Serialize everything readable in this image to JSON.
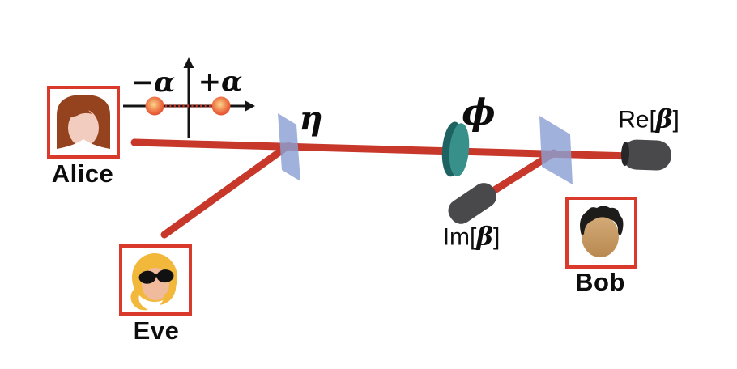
{
  "people": {
    "alice": {
      "name": "Alice"
    },
    "eve": {
      "name": "Eve"
    },
    "bob": {
      "name": "Bob"
    }
  },
  "inset": {
    "minus_alpha": {
      "sign": "−",
      "symbol": "α"
    },
    "plus_alpha": {
      "sign": "+",
      "symbol": "α"
    }
  },
  "optics": {
    "beamsplitter_label": "η",
    "phase_label": "ϕ",
    "detector_re": {
      "prefix": "Re[",
      "symbol": "β",
      "suffix": "]"
    },
    "detector_im": {
      "prefix": "Im[",
      "symbol": "β",
      "suffix": "]"
    }
  },
  "colors": {
    "beam_red": "#c7382a",
    "person_box_border": "#d93a2c",
    "beamsplitter_blue": "#8ba0d4",
    "phase_disc_teal": "#38908a",
    "phase_disc_rim": "#1e6362",
    "detector_gray": "#49484a",
    "state_ball_orange": "#ec6a3c",
    "axis_black": "#141414"
  },
  "icons": {
    "alice_avatar": "woman-brown-hair-icon",
    "eve_avatar": "woman-sunglasses-icon",
    "bob_avatar": "man-dark-hair-icon",
    "state_balls": "coherent-state-dot-icon"
  }
}
